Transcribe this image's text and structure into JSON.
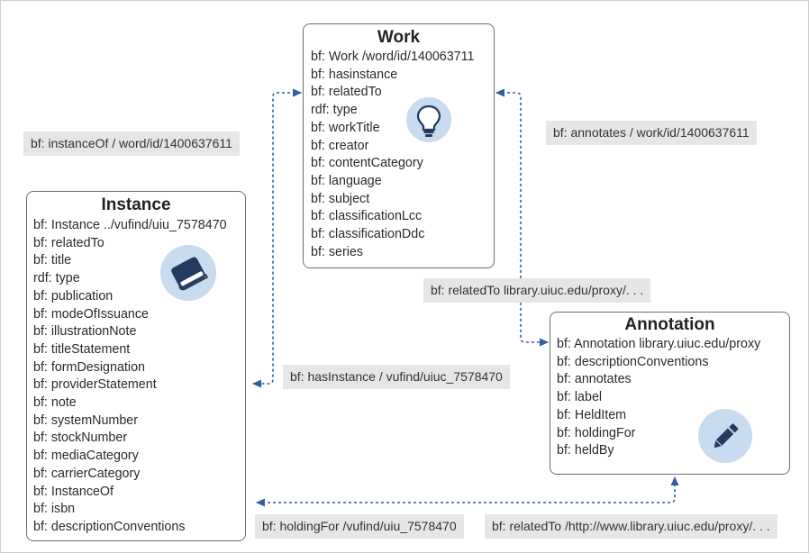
{
  "work": {
    "title": "Work",
    "fields": [
      "bf: Work /word/id/140063711",
      "bf: hasinstance",
      "bf: relatedTo",
      "rdf: type",
      "bf: workTitle",
      "bf: creator",
      "bf: contentCategory",
      "bf: language",
      "bf: subject",
      "bf: classificationLcc",
      "bf: classificationDdc",
      "bf: series"
    ],
    "icon": "lightbulb-icon"
  },
  "instance": {
    "title": "Instance",
    "fields": [
      "bf: Instance ../vufind/uiu_7578470",
      "bf: relatedTo",
      "bf: title",
      "rdf: type",
      "bf: publication",
      "bf: modeOfIssuance",
      "bf: illustrationNote",
      "bf: titleStatement",
      "bf: formDesignation",
      "bf: providerStatement",
      "bf: note",
      "bf: systemNumber",
      "bf: stockNumber",
      "bf: mediaCategory",
      "bf: carrierCategory",
      "bf: InstanceOf",
      "bf: isbn",
      "bf: descriptionConventions"
    ],
    "icon": "book-icon"
  },
  "annotation": {
    "title": "Annotation",
    "fields": [
      "bf: Annotation library.uiuc.edu/proxy",
      "bf: descriptionConventions",
      "bf: annotates",
      "bf: label",
      "bf: HeldItem",
      "bf: holdingFor",
      "bf: heldBy"
    ],
    "icon": "pencil-icon"
  },
  "edges": {
    "instance_of": "bf: instanceOf / word/id/1400637611",
    "annotates": "bf: annotates / work/id/1400637611",
    "related_to_proxy": "bf: relatedTo library.uiuc.edu/proxy/. . .",
    "has_instance": "bf: hasInstance / vufind/uiuc_7578470",
    "holding_for": "bf: holdingFor /vufind/uiu_7578470",
    "related_to_http": "bf: relatedTo /http://www.library.uiuc.edu/proxy/. . ."
  },
  "colors": {
    "connector": "#2f5f9e",
    "icon_circle": "#c9dbee",
    "icon_dark": "#243a5e",
    "label_bg": "#e6e6e6",
    "box_border": "#6e6e6e"
  }
}
